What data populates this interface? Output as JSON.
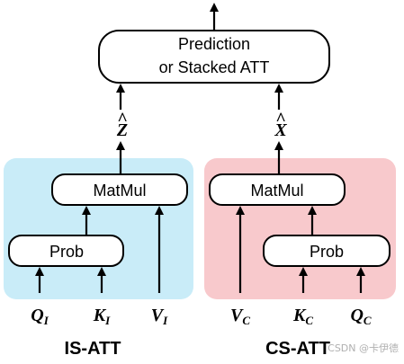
{
  "top_box": {
    "line1": "Prediction",
    "line2": "or Stacked ATT"
  },
  "left": {
    "matmul": "MatMul",
    "prob": "Prob",
    "output": {
      "base": "Z",
      "hat": "^"
    },
    "inputs": [
      {
        "base": "Q",
        "sub": "I"
      },
      {
        "base": "K",
        "sub": "I"
      },
      {
        "base": "V",
        "sub": "I"
      }
    ],
    "caption": "IS-ATT"
  },
  "right": {
    "matmul": "MatMul",
    "prob": "Prob",
    "output": {
      "base": "X",
      "hat": "^"
    },
    "inputs": [
      {
        "base": "V",
        "sub": "C"
      },
      {
        "base": "K",
        "sub": "C"
      },
      {
        "base": "Q",
        "sub": "C"
      }
    ],
    "caption": "CS-ATT"
  },
  "watermark": "CSDN @卡伊德",
  "colors": {
    "left_panel": "#c9ecf8",
    "right_panel": "#f8c9cc"
  }
}
